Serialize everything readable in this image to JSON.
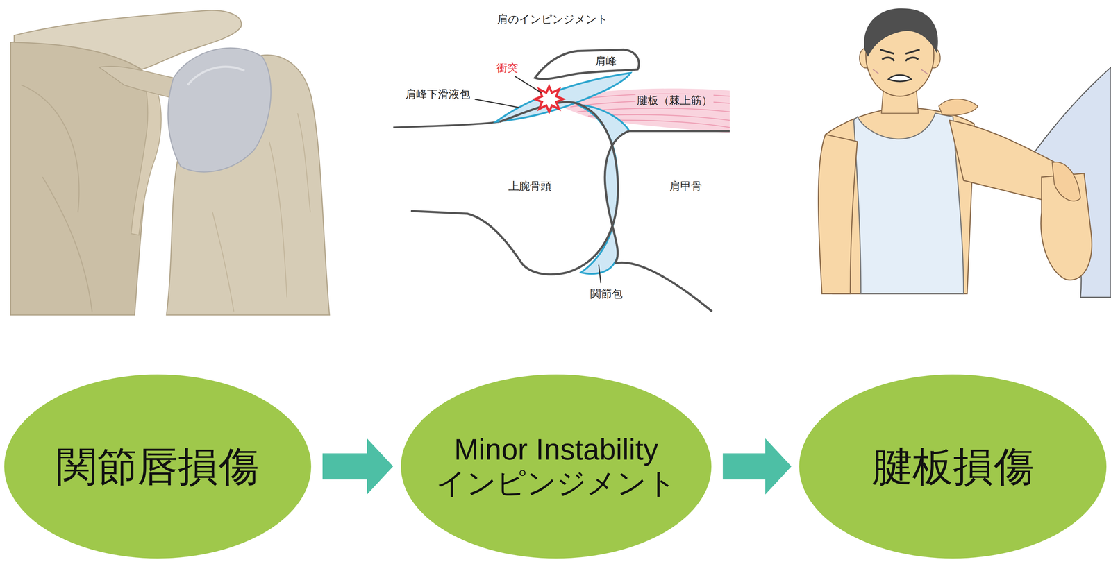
{
  "diagram": {
    "nodes": [
      {
        "text": [
          "関節唇損傷"
        ]
      },
      {
        "text": [
          "Minor Instability インピンジメント"
        ]
      },
      {
        "text": [
          "腱板損傷"
        ]
      }
    ],
    "edges": [
      {
        "from": 0,
        "to": 1,
        "arrow": "to"
      },
      {
        "from": 1,
        "to": 2,
        "arrow": "to"
      }
    ],
    "labels": [
      "肩のインピンジメント",
      "衝突",
      "肩峰",
      "肩峰下滑液包",
      "腱板（棘上筋）",
      "上腕骨頭",
      "肩甲骨",
      "関節包"
    ]
  }
}
